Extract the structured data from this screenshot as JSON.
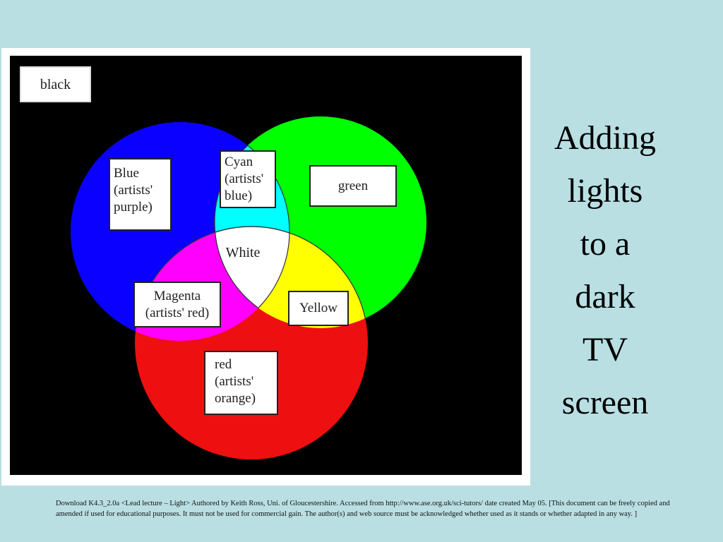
{
  "slide": {
    "title": "Adding\nlights\nto a\ndark\nTV\nscreen",
    "footer": "Download K4.3_2.0a <Lead lecture – Light> Authored by Keith Ross, Uni. of Gloucestershire. Accessed from  http://www.ase.org.uk/sci-tutors/ date created May 05. [This document can be freely copied and amended if used for educational purposes. It must not be used for commercial gain. The author(s) and web source must be acknowledged whether used as it stands or whether adapted in any way. ]"
  },
  "diagram": {
    "background_label": "black",
    "circles": {
      "blue": "Blue\n(artists'\npurple)",
      "green": "green",
      "red": "red\n(artists'\norange)"
    },
    "overlaps": {
      "cyan": "Cyan\n(artists'\nblue)",
      "magenta": "Magenta\n(artists' red)",
      "yellow": "Yellow",
      "white": "White"
    },
    "colors": {
      "background": "#000000",
      "blue": "#0a00ff",
      "green": "#00ff00",
      "red": "#ee1010",
      "cyan": "#00ffff",
      "magenta": "#ff00ff",
      "yellow": "#ffff00",
      "white": "#ffffff",
      "slide_background": "#b9dfe3"
    }
  }
}
